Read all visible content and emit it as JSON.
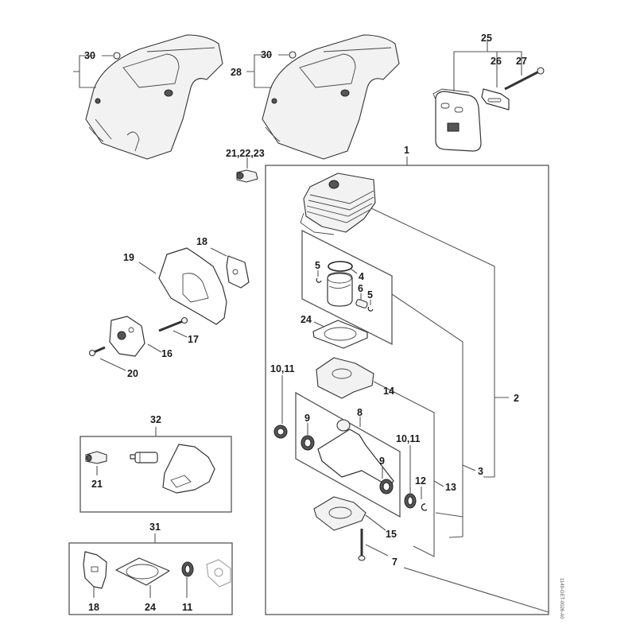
{
  "diagram": {
    "title": "Cylinder / Crankcase / Shroud exploded parts diagram",
    "reference_code": "1149-GET-0026-A0",
    "callouts": {
      "c1": "1",
      "c2": "2",
      "c3": "3",
      "c4": "4",
      "c5a": "5",
      "c5b": "5",
      "c6": "6",
      "c7": "7",
      "c8": "8",
      "c9a": "9",
      "c9b": "9",
      "c1011a": "10,11",
      "c1011b": "10,11",
      "c12": "12",
      "c13": "13",
      "c14": "14",
      "c15": "15",
      "c16": "16",
      "c17": "17",
      "c18": "18",
      "c19": "19",
      "c20": "20",
      "c21": "21",
      "c212223": "21,22,23",
      "c24": "24",
      "c25": "25",
      "c26": "26",
      "c27": "27",
      "c28": "28",
      "c30a": "30",
      "c30b": "30",
      "c31": "31",
      "c32": "32",
      "kit31_18": "18",
      "kit31_24": "24",
      "kit31_11": "11"
    },
    "parts": [
      {
        "id": "shroud-left",
        "callouts": [
          "30"
        ]
      },
      {
        "id": "shroud-right",
        "callouts": [
          "28",
          "30"
        ]
      },
      {
        "id": "muffler",
        "callouts": [
          "25",
          "26",
          "27"
        ]
      },
      {
        "id": "fuel-pickup",
        "callouts": [
          "21",
          "22",
          "23"
        ]
      },
      {
        "id": "cylinder-assembly",
        "callouts": [
          "1",
          "2",
          "3"
        ]
      },
      {
        "id": "piston-kit",
        "callouts": [
          "4",
          "5",
          "6"
        ]
      },
      {
        "id": "crankshaft",
        "callouts": [
          "8",
          "9"
        ]
      },
      {
        "id": "crankcase",
        "callouts": [
          "13",
          "14",
          "15"
        ]
      },
      {
        "id": "heat-shield",
        "callouts": [
          "18",
          "19"
        ]
      },
      {
        "id": "intake-flange",
        "callouts": [
          "16",
          "17",
          "20"
        ]
      },
      {
        "id": "fuel-kit",
        "callouts": [
          "32",
          "21"
        ]
      },
      {
        "id": "gasket-kit",
        "callouts": [
          "31",
          "18",
          "24",
          "11"
        ]
      }
    ]
  }
}
